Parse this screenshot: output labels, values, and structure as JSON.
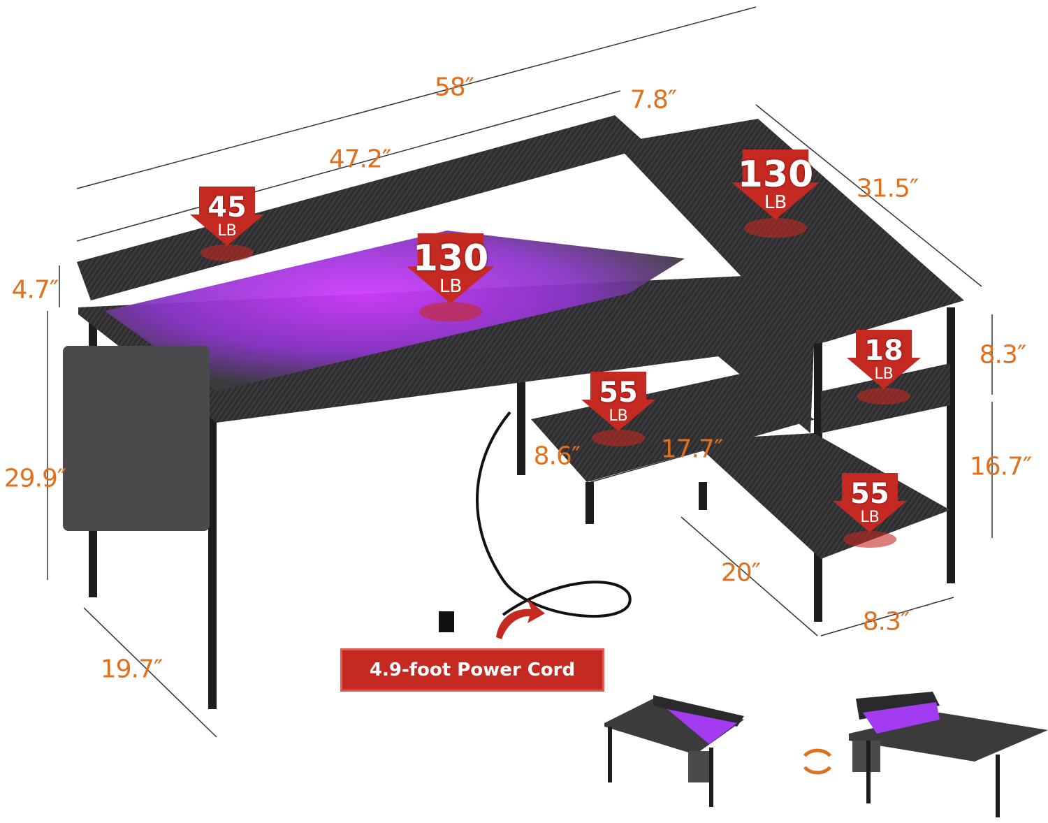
{
  "dimensions": {
    "total_width": "58″",
    "riser_offset": "7.8″",
    "riser_width": "47.2″",
    "return_depth": "31.5″",
    "riser_height": "4.7″",
    "desk_height": "29.9″",
    "shelf_gap_top": "8.3″",
    "shelf_gap_bottom": "16.7″",
    "small_shelf_depth": "8.6″",
    "small_shelf_width": "17.7″",
    "shelf_unit_length": "20″",
    "shelf_unit_width": "8.3″",
    "desk_depth": "19.7″"
  },
  "load_badges": [
    {
      "value": "45",
      "unit": "LB"
    },
    {
      "value": "130",
      "unit": "LB"
    },
    {
      "value": "130",
      "unit": "LB"
    },
    {
      "value": "18",
      "unit": "LB"
    },
    {
      "value": "55",
      "unit": "LB"
    },
    {
      "value": "55",
      "unit": "LB"
    }
  ],
  "power_cord_label": "4.9-foot Power Cord",
  "colors": {
    "dimension": "#e0701e",
    "badge": "#c42a22",
    "led": "#b03cff",
    "desk": "#3a3a3c"
  }
}
